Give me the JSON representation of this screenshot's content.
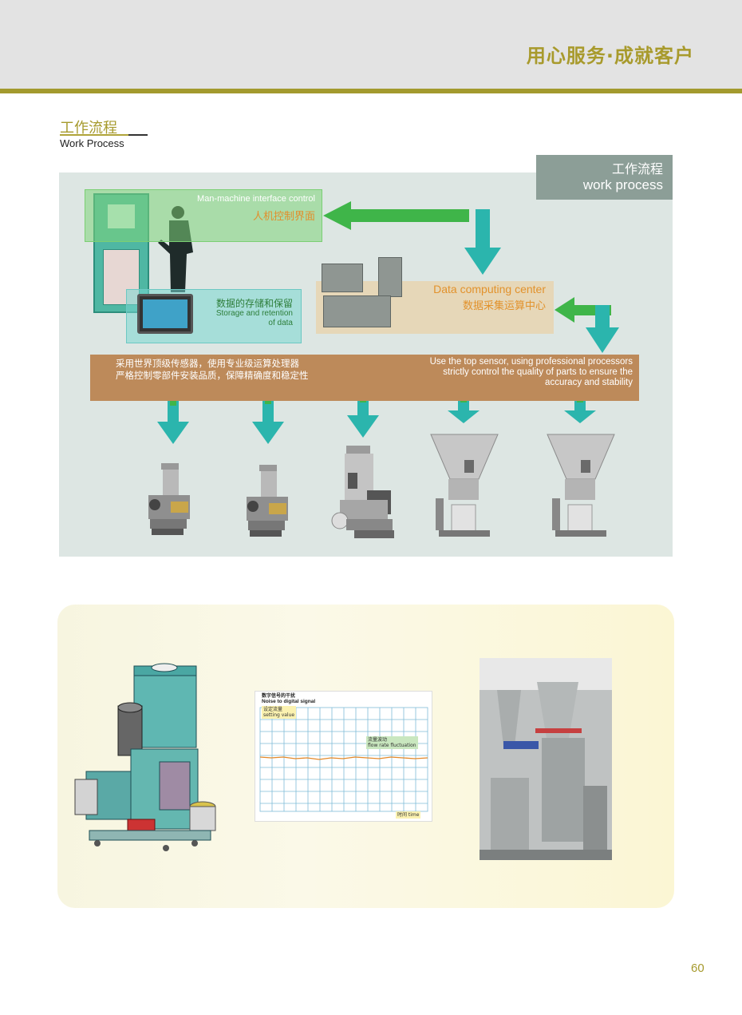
{
  "header": {
    "slogan": "用心服务·成就客户"
  },
  "section": {
    "title_cn": "工作流程",
    "title_en": "Work Process"
  },
  "flow": {
    "tag_cn": "工作流程",
    "tag_en": "work process",
    "hmi_en": "Man-machine interface control",
    "hmi_cn": "人机控制界面",
    "storage_cn": "数据的存储和保留",
    "storage_en_1": "Storage and retention",
    "storage_en_2": "of data",
    "dc_en": "Data computing center",
    "dc_cn": "数据采集运算中心",
    "bar_cn_1": "采用世界顶级传感器，使用专业级运算处理器",
    "bar_cn_2": "严格控制零部件安装品质，保障精确度和稳定性",
    "bar_en_1": "Use the top sensor, using professional processors",
    "bar_en_2": "strictly control the quality of parts to ensure the",
    "bar_en_3": "accuracy and stability"
  },
  "graph": {
    "title_cn": "数字信号的干扰",
    "title_en": "Noise to digital signal",
    "setting_cn": "设定流量",
    "setting_en": "setting value",
    "flow_cn": "流量波动",
    "flow_en": "flow rate fluctuation",
    "time_label": "时间 time"
  },
  "page_number": "60",
  "colors": {
    "gold": "#a69a2d",
    "teal": "#2bb5ad",
    "green": "#3fb549",
    "brown": "#bd8a5a"
  }
}
